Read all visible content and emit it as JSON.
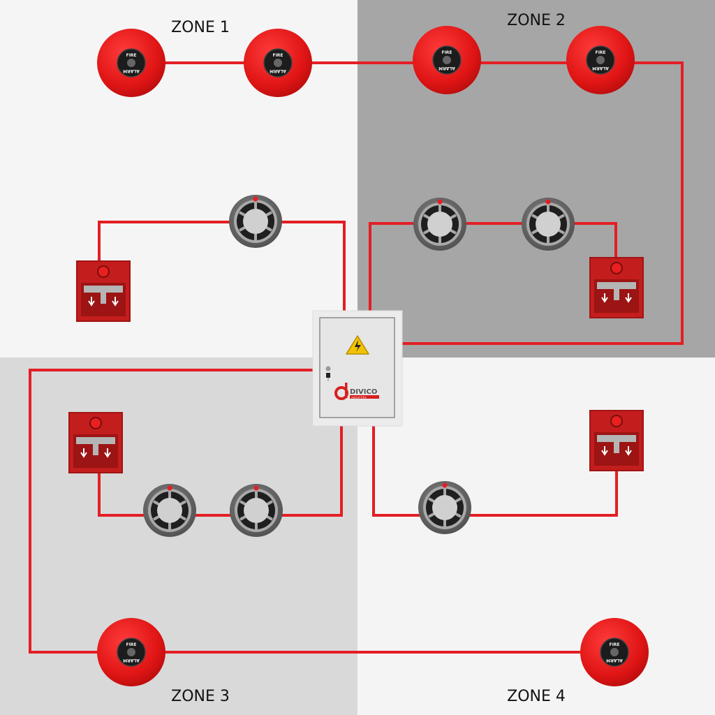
{
  "zones": [
    {
      "label": "ZONE 1"
    },
    {
      "label": "ZONE 2"
    },
    {
      "label": "ZONE 3"
    },
    {
      "label": "ZONE 4"
    }
  ],
  "bell": {
    "top_text": "FIRE",
    "bottom_text": "ALARM"
  },
  "panel": {
    "brand": "DIVICO",
    "subbrand": "security",
    "warning_icon": "high-voltage-icon"
  },
  "colors": {
    "wire": "#e31e24",
    "zone1_bg": "#f5f5f5",
    "zone2_bg": "#a6a6a6",
    "zone3_bg": "#d9d9d9",
    "zone4_bg": "#f5f4f4",
    "device_red": "#d71f1f"
  }
}
